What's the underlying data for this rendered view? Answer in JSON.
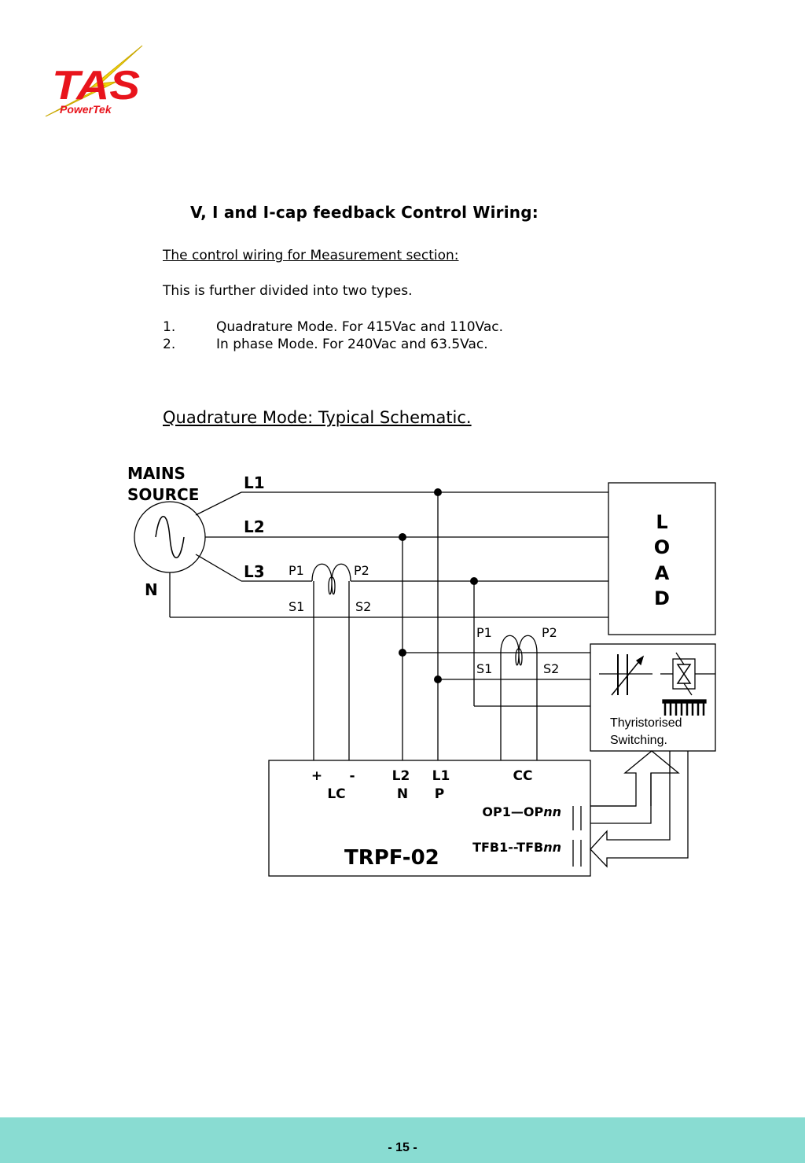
{
  "logo": {
    "brand": "TAS",
    "sub": "PowerTek"
  },
  "heading": "V, I and I-cap feedback Control Wiring:",
  "section_title": "The control wiring for Measurement section:",
  "intro": "This is further divided into two types.",
  "list": [
    {
      "num": "1.",
      "text": "Quadrature Mode. For 415Vac and 110Vac."
    },
    {
      "num": "2.",
      "text": "In phase Mode. For 240Vac and 63.5Vac."
    }
  ],
  "schematic_title": "Quadrature Mode: Typical Schematic.",
  "schematic": {
    "mains_line1": "MAINS",
    "mains_line2": "SOURCE",
    "l1": "L1",
    "l2": "L2",
    "l3": "L3",
    "n": "N",
    "ct1": {
      "p1": "P1",
      "p2": "P2",
      "s1": "S1",
      "s2": "S2"
    },
    "ct2": {
      "p1": "P1",
      "p2": "P2",
      "s1": "S1",
      "s2": "S2"
    },
    "load": [
      "L",
      "O",
      "A",
      "D"
    ],
    "switch_line1": "Thyristorised",
    "switch_line2": "Switching.",
    "controller": {
      "plus": "+",
      "minus": "-",
      "lc": "LC",
      "l2": "L2",
      "n": "N",
      "l1": "L1",
      "p": "P",
      "cc": "CC",
      "op_prefix": "OP1—OP",
      "op_suffix": "nn",
      "tfb_prefix": "TFB1--TFB",
      "tfb_suffix": "nn",
      "model": "TRPF-02"
    }
  },
  "footer": {
    "page": "- 15 -"
  },
  "colors": {
    "footer_bg": "#89dcd2",
    "logo_red": "#e8141c",
    "logo_yellow": "#f5d60a"
  }
}
